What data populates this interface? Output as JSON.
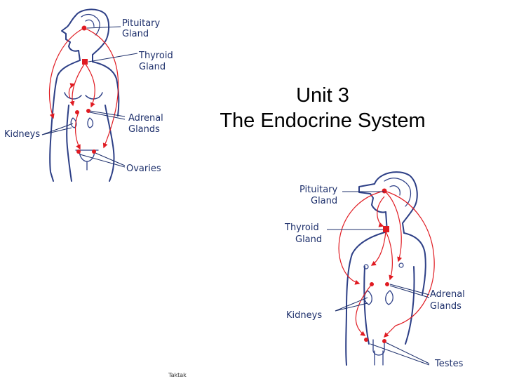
{
  "slide": {
    "title_line1": "Unit 3",
    "title_line2": "The Endocrine System",
    "footer": "Taktak"
  },
  "female_figure": {
    "labels": {
      "pituitary": [
        "Pituitary",
        "Gland"
      ],
      "thyroid": [
        "Thyroid",
        "Gland"
      ],
      "adrenal": [
        "Adrenal",
        "Glands"
      ],
      "kidneys": "Kidneys",
      "ovaries": "Ovaries"
    }
  },
  "male_figure": {
    "labels": {
      "pituitary": [
        "Pituitary",
        "Gland"
      ],
      "thyroid": [
        "Thyroid",
        "Gland"
      ],
      "adrenal": [
        "Adrenal",
        "Glands"
      ],
      "kidneys": "Kidneys",
      "testes": "Testes"
    }
  },
  "colors": {
    "outline": "#2d3f86",
    "arrow": "#e01b22",
    "label_text": "#1d2f6b"
  }
}
